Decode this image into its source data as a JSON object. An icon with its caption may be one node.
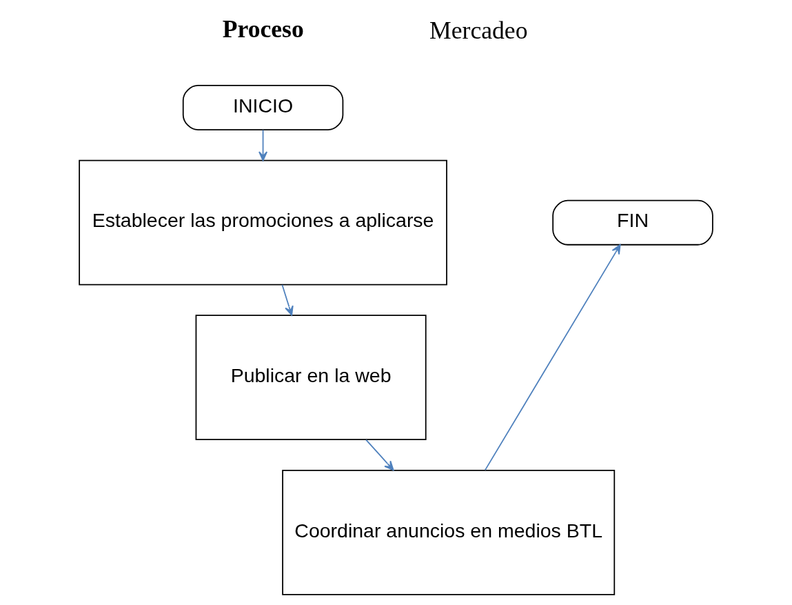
{
  "diagram": {
    "nodes": [
      {
        "text": [
          "INICIO"
        ]
      },
      {
        "text": [
          "Establecer las promociones a aplicarse"
        ]
      },
      {
        "text": [
          "Publicar en la web"
        ]
      },
      {
        "text": [
          "Coordinar anuncios en medios BTL"
        ]
      },
      {
        "text": [
          "FIN"
        ]
      }
    ],
    "edges": [
      {
        "from": 0,
        "to": 1,
        "arrow": "to"
      },
      {
        "from": 1,
        "to": 2,
        "arrow": "to"
      },
      {
        "from": 2,
        "to": 3,
        "arrow": "to"
      },
      {
        "from": 3,
        "to": 4,
        "arrow": "to"
      }
    ],
    "labels": [
      "Proceso",
      "Mercadeo"
    ]
  }
}
